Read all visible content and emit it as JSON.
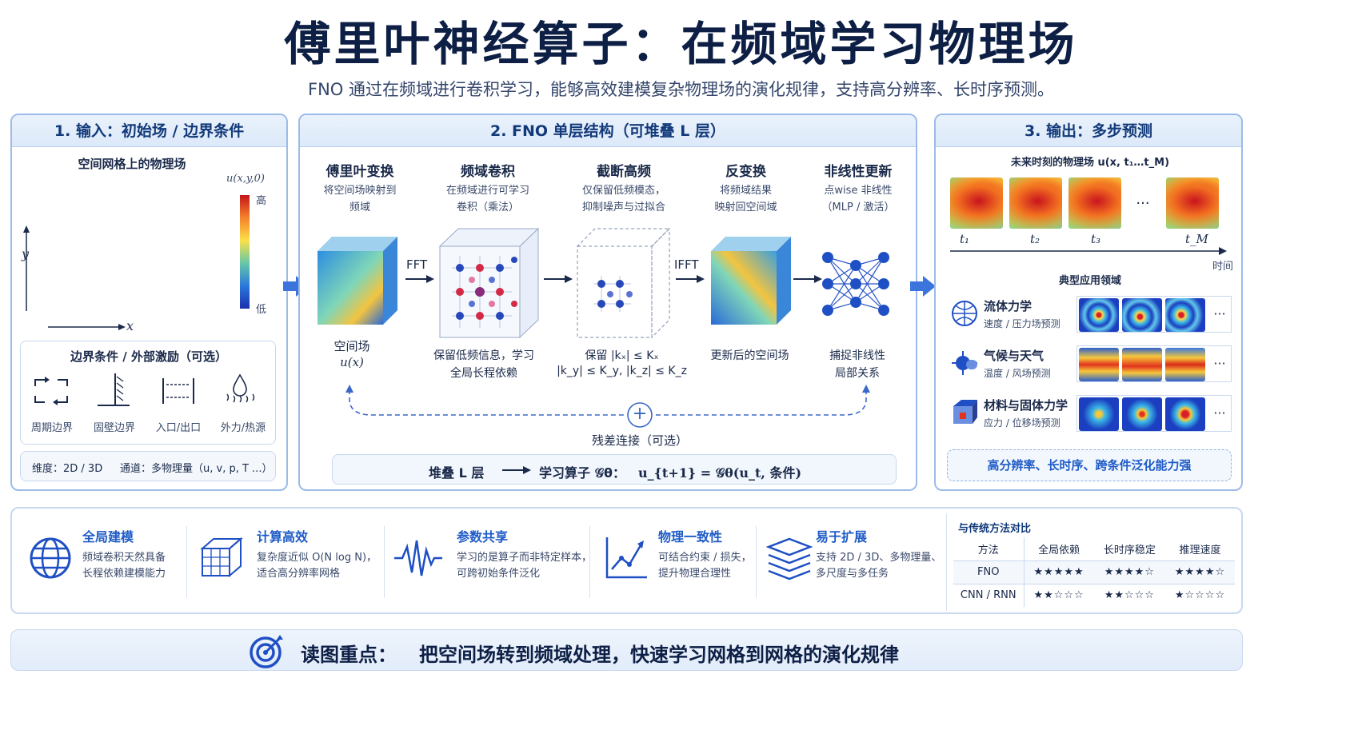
{
  "header": {
    "title": "傅里叶神经算子：在频域学习物理场",
    "subtitle": "FNO 通过在频域进行卷积学习，能够高效建模复杂物理场的演化规律，支持高分辨率、长时序预测。"
  },
  "panel1": {
    "heading": "1. 输入：初始场 / 边界条件",
    "grid_caption": "空间网格上的物理场",
    "field_label": "u(x,y,0)",
    "high": "高",
    "low": "低",
    "axis_x": "x",
    "axis_y": "y",
    "boundary_heading": "边界条件 / 外部激励（可选）",
    "boundaries": [
      "周期边界",
      "固壁边界",
      "入口/出口",
      "外力/热源"
    ],
    "dims": "维度：2D / 3D",
    "channels": "通道：多物理量（u, v, p, T ...）"
  },
  "panel2": {
    "heading": "2. FNO 单层结构（可堆叠 L 层）",
    "steps": [
      {
        "title": "傅里叶变换",
        "desc1": "将空间场映射到",
        "desc2": "频域"
      },
      {
        "title": "频域卷积",
        "desc1": "在频域进行可学习",
        "desc2": "卷积（乘法）"
      },
      {
        "title": "截断高频",
        "desc1": "仅保留低频模态，",
        "desc2": "抑制噪声与过拟合"
      },
      {
        "title": "反变换",
        "desc1": "将频域结果",
        "desc2": "映射回空间域"
      },
      {
        "title": "非线性更新",
        "desc1": "点wise 非线性",
        "desc2": "（MLP / 激活）"
      }
    ],
    "fft": "FFT",
    "ifft": "IFFT",
    "captions": [
      {
        "l1": "空间场",
        "l2": "u(x)"
      },
      {
        "l1": "保留低频信息，学习",
        "l2": "全局长程依赖"
      },
      {
        "l1": "保留 |kₓ| ≤ Kₓ",
        "l2": "|k_y| ≤ K_y, |k_z| ≤ K_z"
      },
      {
        "l1": "更新后的空间场",
        "l2": ""
      },
      {
        "l1": "捕捉非线性",
        "l2": "局部关系"
      }
    ],
    "residual": "残差连接（可选）",
    "plus": "+",
    "stack_text": "堆叠 L 层",
    "operator_text": "学习算子 𝒢θ：",
    "formula": "u_{t+1} = 𝒢θ(u_t, 条件)"
  },
  "panel3": {
    "heading": "3. 输出：多步预测",
    "future_caption": "未来时刻的物理场 u(x, t₁…t_M)",
    "times": [
      "t₁",
      "t₂",
      "t₃",
      "t_M"
    ],
    "ellipsis": "···",
    "time_axis": "时间",
    "apps_heading": "典型应用领域",
    "apps": [
      {
        "name": "流体力学",
        "desc": "速度 / 压力场预测"
      },
      {
        "name": "气候与天气",
        "desc": "温度 / 风场预测"
      },
      {
        "name": "材料与固体力学",
        "desc": "应力 / 位移场预测"
      }
    ],
    "more": "···",
    "banner": "高分辨率、长时序、跨条件泛化能力强"
  },
  "features": [
    {
      "title": "全局建模",
      "d1": "频域卷积天然具备",
      "d2": "长程依赖建模能力"
    },
    {
      "title": "计算高效",
      "d1": "复杂度近似 O(N log N)，",
      "d2": "适合高分辨率网格"
    },
    {
      "title": "参数共享",
      "d1": "学习的是算子而非特定样本，",
      "d2": "可跨初始条件泛化"
    },
    {
      "title": "物理一致性",
      "d1": "可结合约束 / 损失，",
      "d2": "提升物理合理性"
    },
    {
      "title": "易于扩展",
      "d1": "支持 2D / 3D、多物理量、",
      "d2": "多尺度与多任务"
    }
  ],
  "comparison": {
    "heading": "与传统方法对比",
    "columns": [
      "方法",
      "全局依赖",
      "长时序稳定",
      "推理速度"
    ],
    "rows": [
      {
        "method": "FNO",
        "a": "★★★★★",
        "b": "★★★★☆",
        "c": "★★★★☆"
      },
      {
        "method": "CNN / RNN",
        "a": "★★☆☆☆",
        "b": "★★☆☆☆",
        "c": "★☆☆☆☆"
      }
    ]
  },
  "takeaway": {
    "label": "读图重点：",
    "text": "把空间场转到频域处理，快速学习网格到网格的演化规律"
  },
  "colors": {
    "accent": "#1e5bc6",
    "border": "#9bbbe8",
    "title": "#0d1f45"
  }
}
